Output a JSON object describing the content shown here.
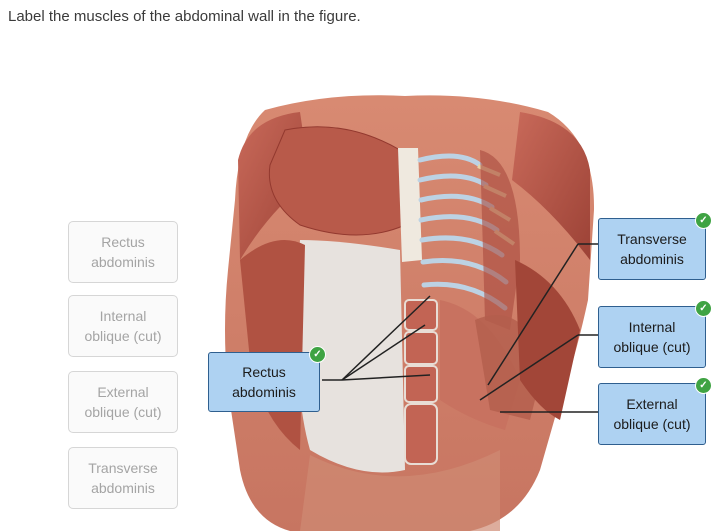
{
  "prompt": "Label the muscles of the abdominal wall in the figure.",
  "word_bank": [
    {
      "label": "Rectus\nabdominis"
    },
    {
      "label": "Internal\noblique (cut)"
    },
    {
      "label": "External\noblique (cut)"
    },
    {
      "label": "Transverse\nabdominis"
    }
  ],
  "placed_labels": [
    {
      "label": "Rectus\nabdominis",
      "status": "correct"
    },
    {
      "label": "Transverse\nabdominis",
      "status": "correct"
    },
    {
      "label": "Internal\noblique (cut)",
      "status": "correct"
    },
    {
      "label": "External\noblique (cut)",
      "status": "correct"
    }
  ],
  "colors": {
    "muscle": "#b8584a",
    "muscle_dark": "#8d3a30",
    "fascia": "#e9e2dc",
    "label_fill": "#aed2f2",
    "check": "#3fa343"
  }
}
